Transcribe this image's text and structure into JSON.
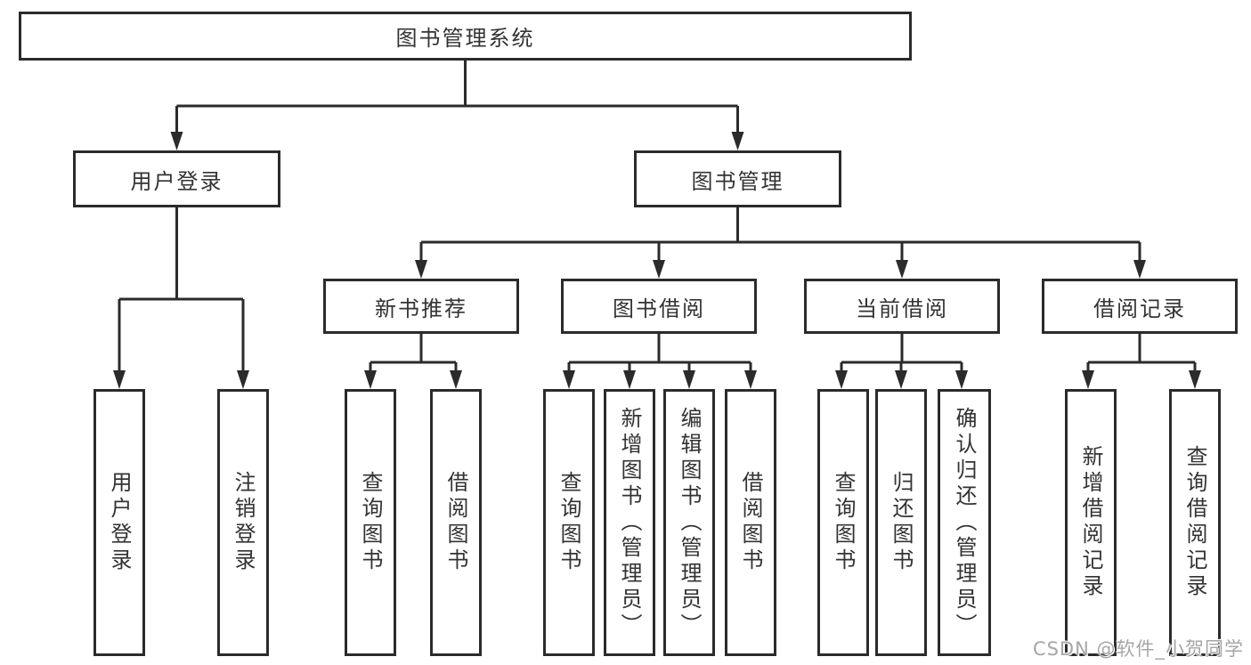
{
  "colors": {
    "line": "#2b2b2b",
    "border": "#2b2b2b",
    "text": "#333333",
    "watermark_text": "#a6a6a6",
    "background": "#ffffff"
  },
  "watermark": "CSDN @软件_小贺同学",
  "tree": {
    "root": {
      "label": "图书管理系统"
    },
    "branches": [
      {
        "label": "用户登录",
        "children": [
          {
            "label": "用户登录"
          },
          {
            "label": "注销登录"
          }
        ]
      },
      {
        "label": "图书管理",
        "children": [
          {
            "label": "新书推荐",
            "children": [
              {
                "label": "查询图书"
              },
              {
                "label": "借阅图书"
              }
            ]
          },
          {
            "label": "图书借阅",
            "children": [
              {
                "label": "查询图书"
              },
              {
                "label": "新增图书（管理员）"
              },
              {
                "label": "编辑图书（管理员）"
              },
              {
                "label": "借阅图书"
              }
            ]
          },
          {
            "label": "当前借阅",
            "children": [
              {
                "label": "查询图书"
              },
              {
                "label": "归还图书"
              },
              {
                "label": "确认归还（管理员）"
              }
            ]
          },
          {
            "label": "借阅记录",
            "children": [
              {
                "label": "新增借阅记录"
              },
              {
                "label": "查询借阅记录"
              }
            ]
          }
        ]
      }
    ]
  }
}
